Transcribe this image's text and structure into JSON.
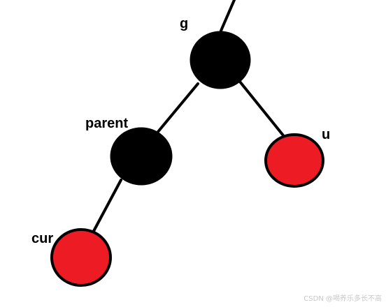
{
  "diagram": {
    "nodes": {
      "g": {
        "label": "g",
        "color": "#000000"
      },
      "parent": {
        "label": "parent",
        "color": "#000000"
      },
      "u": {
        "label": "u",
        "color": "#ed1c24"
      },
      "cur": {
        "label": "cur",
        "color": "#ed1c24"
      }
    },
    "edges": [
      {
        "from": "top",
        "to": "g"
      },
      {
        "from": "g",
        "to": "parent"
      },
      {
        "from": "g",
        "to": "u"
      },
      {
        "from": "parent",
        "to": "cur"
      }
    ]
  },
  "watermark": "CSDN @喝养乐多长不高"
}
